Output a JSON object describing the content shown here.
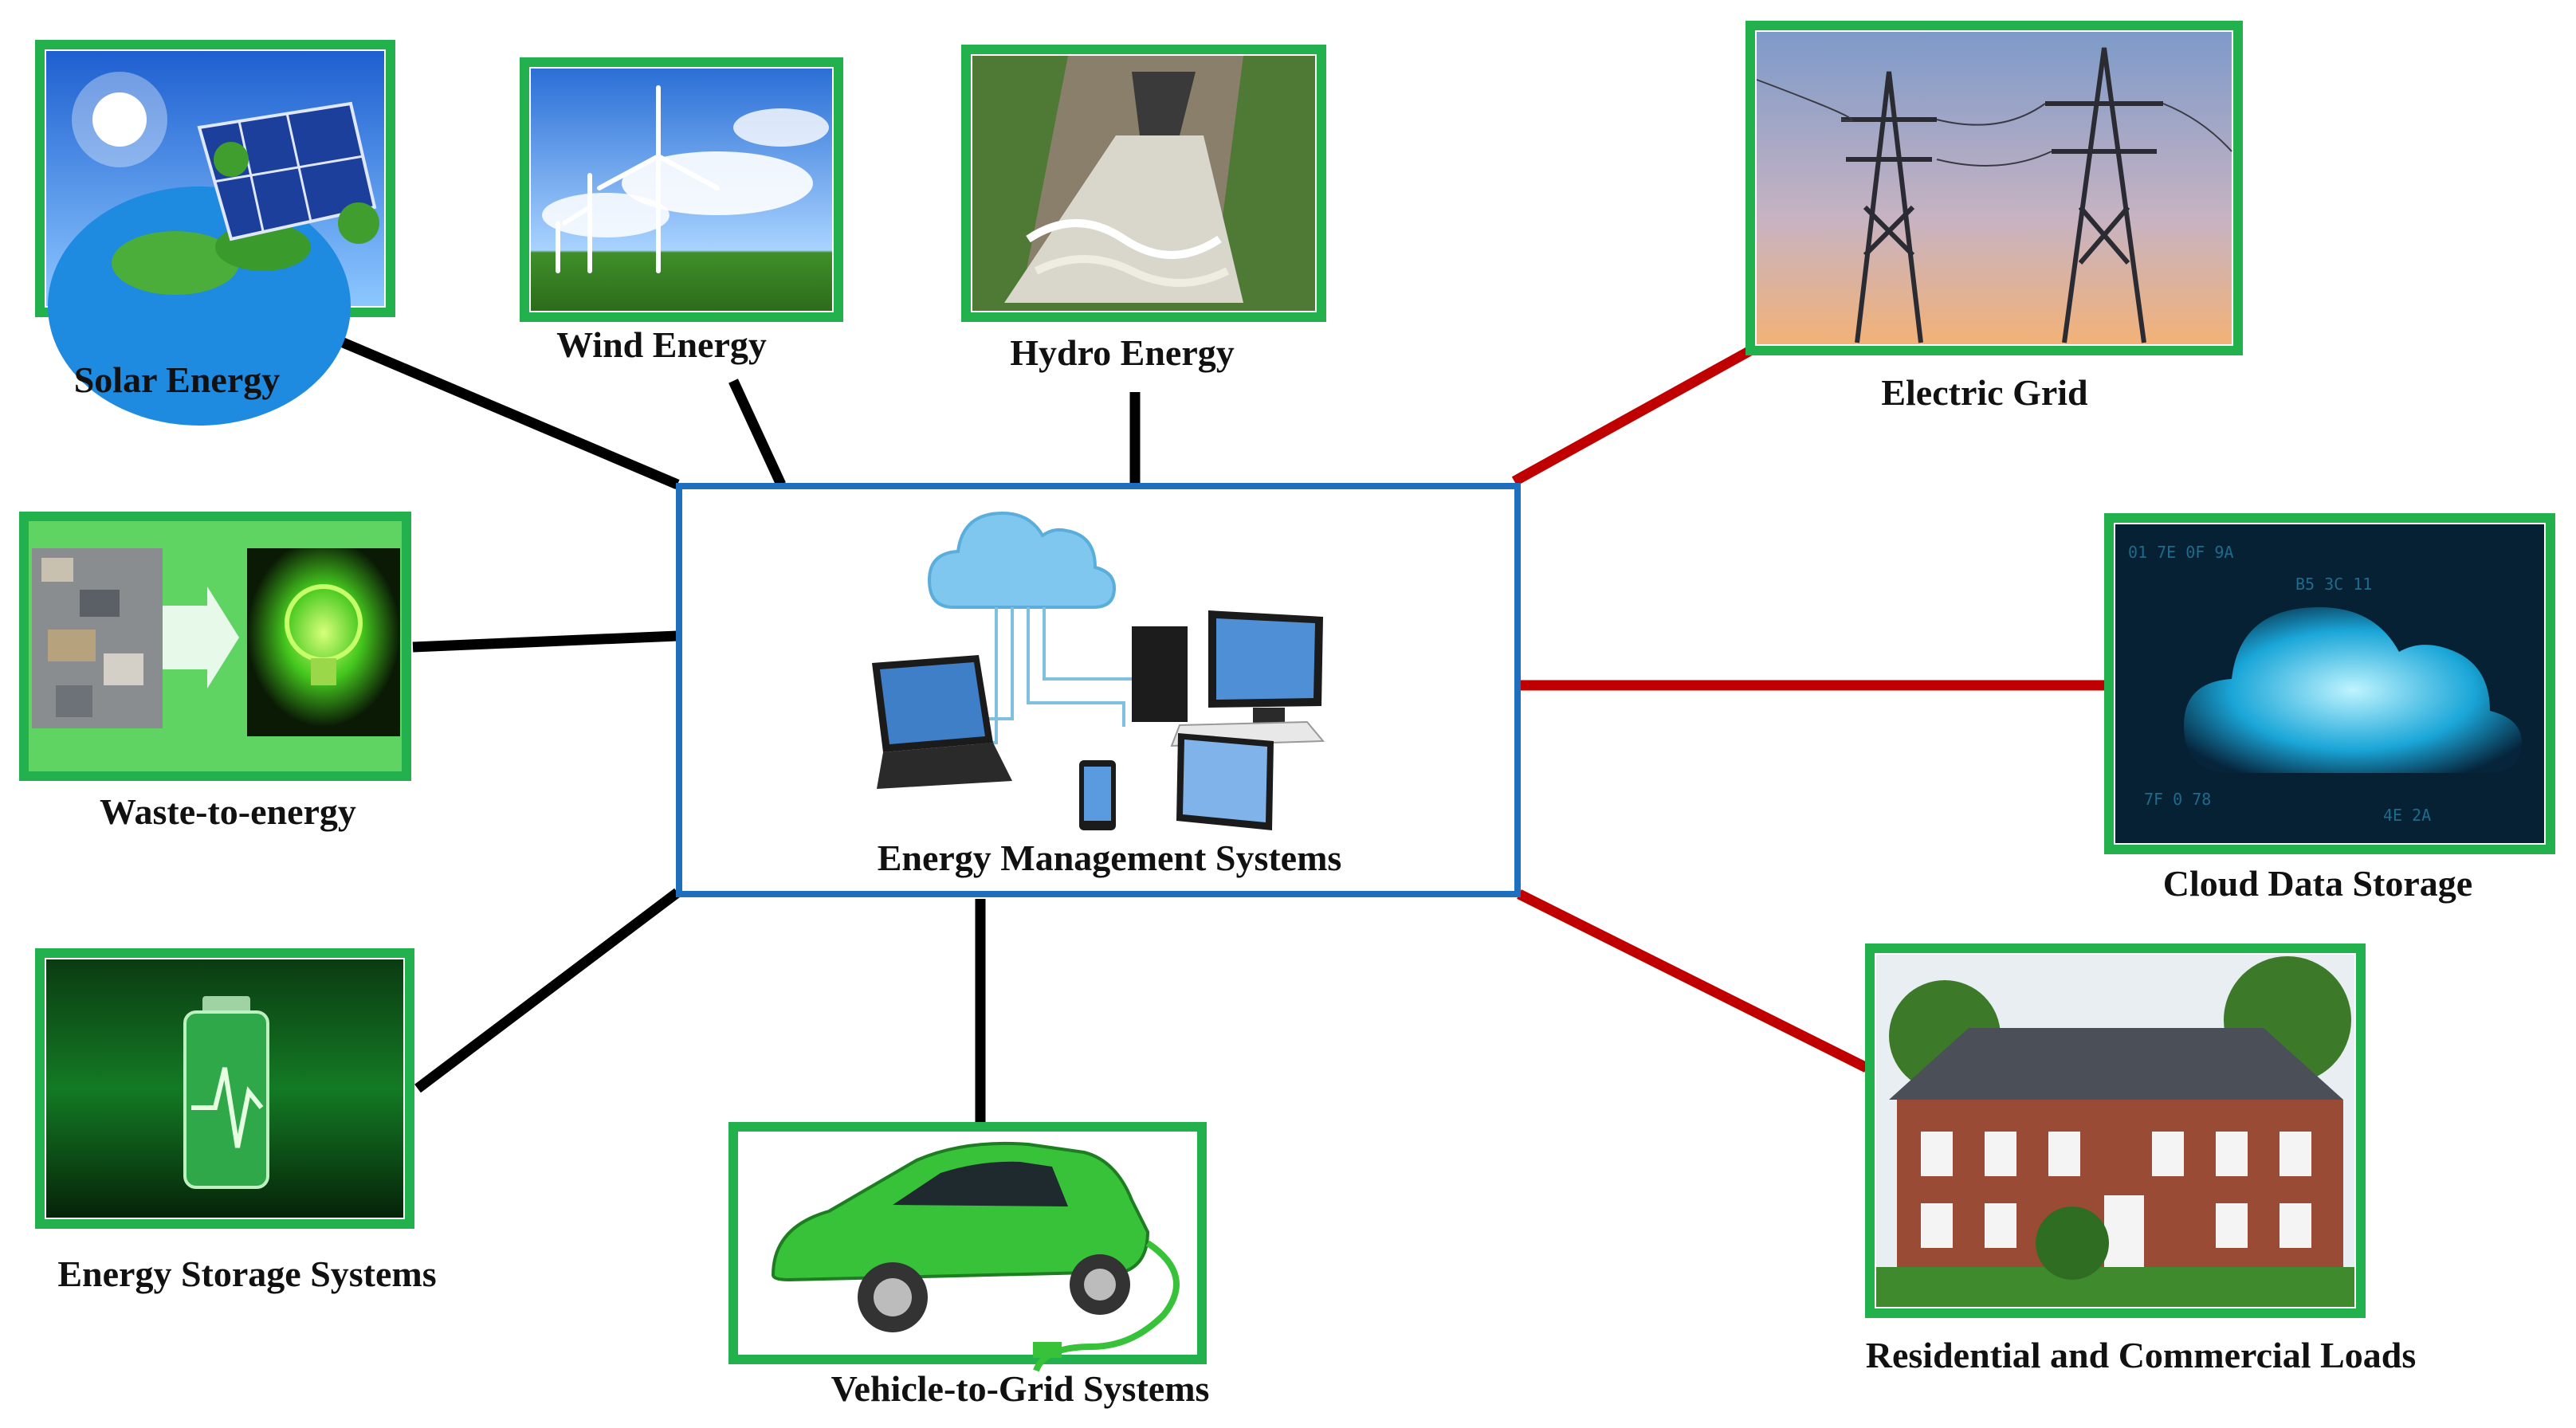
{
  "center": {
    "label": "Energy Management Systems",
    "icon": "cloud-computing-devices-icon"
  },
  "sources": [
    {
      "id": "solar",
      "label": "Solar Energy",
      "icon": "solar-panel-globe-icon"
    },
    {
      "id": "wind",
      "label": "Wind Energy",
      "icon": "wind-turbine-icon"
    },
    {
      "id": "hydro",
      "label": "Hydro Energy",
      "icon": "hydro-dam-icon"
    },
    {
      "id": "waste",
      "label": "Waste-to-energy",
      "icon": "waste-to-lightbulb-icon"
    },
    {
      "id": "storage",
      "label": "Energy Storage Systems",
      "icon": "battery-icon"
    },
    {
      "id": "v2g",
      "label": "Vehicle-to-Grid Systems",
      "icon": "electric-car-icon"
    }
  ],
  "outputs": [
    {
      "id": "grid",
      "label": "Electric Grid",
      "icon": "transmission-tower-icon"
    },
    {
      "id": "cloud",
      "label": "Cloud Data Storage",
      "icon": "cloud-data-icon"
    },
    {
      "id": "loads",
      "label": "Residential and Commercial Loads",
      "icon": "house-icon"
    }
  ],
  "colors": {
    "frame_green": "#23b14d",
    "center_border": "#1f6fbf",
    "source_link": "#000000",
    "output_link": "#c00000"
  }
}
